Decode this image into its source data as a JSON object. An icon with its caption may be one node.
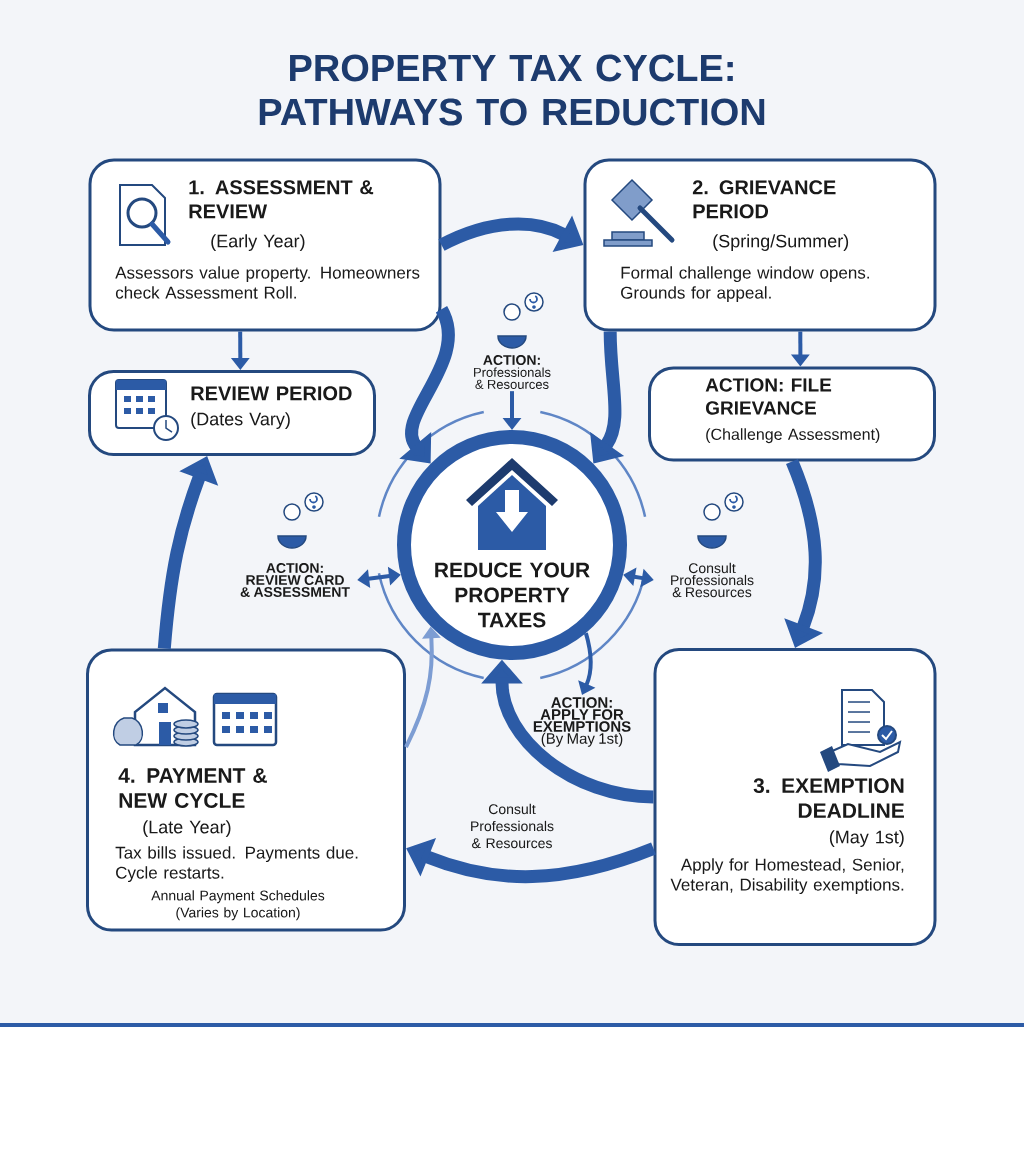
{
  "diagram": {
    "title": "PROPERTY TAX CYCLE: PATHWAYS TO REDUCTION",
    "nodes": [
      {
        "text": [
          "1. ASSESSMENT & REVIEW",
          "(Early Year)",
          "Assessors value property. Homeowners check Assessment Roll."
        ]
      },
      {
        "text": [
          "2. GRIEVANCE PERIOD",
          "(Spring/Summer)",
          "Formal challenge window opens. Grounds for appeal."
        ]
      },
      {
        "text": [
          "REVIEW PERIOD",
          "(Dates Vary)"
        ]
      },
      {
        "text": [
          "ACTION: FILE GRIEVANCE",
          "(Challenge Assessment)"
        ]
      },
      {
        "text": [
          "REDUCE YOUR PROPERTY TAXES"
        ]
      },
      {
        "text": [
          "ACTION:",
          "Professionals & Resources"
        ]
      },
      {
        "text": [
          "ACTION: REVIEW CARD & ASSESSMENT"
        ]
      },
      {
        "text": [
          "Consult Professionals & Resources"
        ]
      },
      {
        "text": [
          "ACTION: APPLY FOR EXEMPTIONS",
          "(By May 1st)"
        ]
      },
      {
        "text": [
          "3. EXEMPTION DEADLINE",
          "(May 1st)",
          "Apply for Homestead, Senior, Veteran, Disability exemptions."
        ]
      },
      {
        "text": [
          "4. PAYMENT & NEW CYCLE",
          "(Late Year)",
          "Tax bills issued. Payments due. Cycle restarts.",
          "Annual Payment Schedules (Varies by Location)"
        ]
      }
    ],
    "edges": [
      {
        "from": 0,
        "to": 1,
        "arrow": "to",
        "style": "thick"
      },
      {
        "from": 0,
        "to": 2,
        "arrow": "to"
      },
      {
        "from": 1,
        "to": 3,
        "arrow": "to"
      },
      {
        "from": 0,
        "to": 4,
        "arrow": "to",
        "style": "thick"
      },
      {
        "from": 1,
        "to": 4,
        "arrow": "to",
        "style": "thick"
      },
      {
        "from": 5,
        "to": 4,
        "arrow": "to"
      },
      {
        "from": 4,
        "to": 6,
        "arrow": "both"
      },
      {
        "from": 4,
        "to": 7,
        "arrow": "both"
      },
      {
        "from": 3,
        "to": 9,
        "arrow": "to",
        "style": "thick"
      },
      {
        "from": 9,
        "to": 10,
        "arrow": "to",
        "style": "thick",
        "label": "Consult Professionals & Resources"
      },
      {
        "from": 10,
        "to": 2,
        "arrow": "to",
        "style": "thick"
      },
      {
        "from": 9,
        "to": 4,
        "arrow": "to",
        "style": "thick"
      },
      {
        "from": 4,
        "to": 8,
        "arrow": "to"
      },
      {
        "from": 10,
        "to": 4,
        "arrow": "to",
        "color": "#7d9dd3"
      }
    ]
  }
}
